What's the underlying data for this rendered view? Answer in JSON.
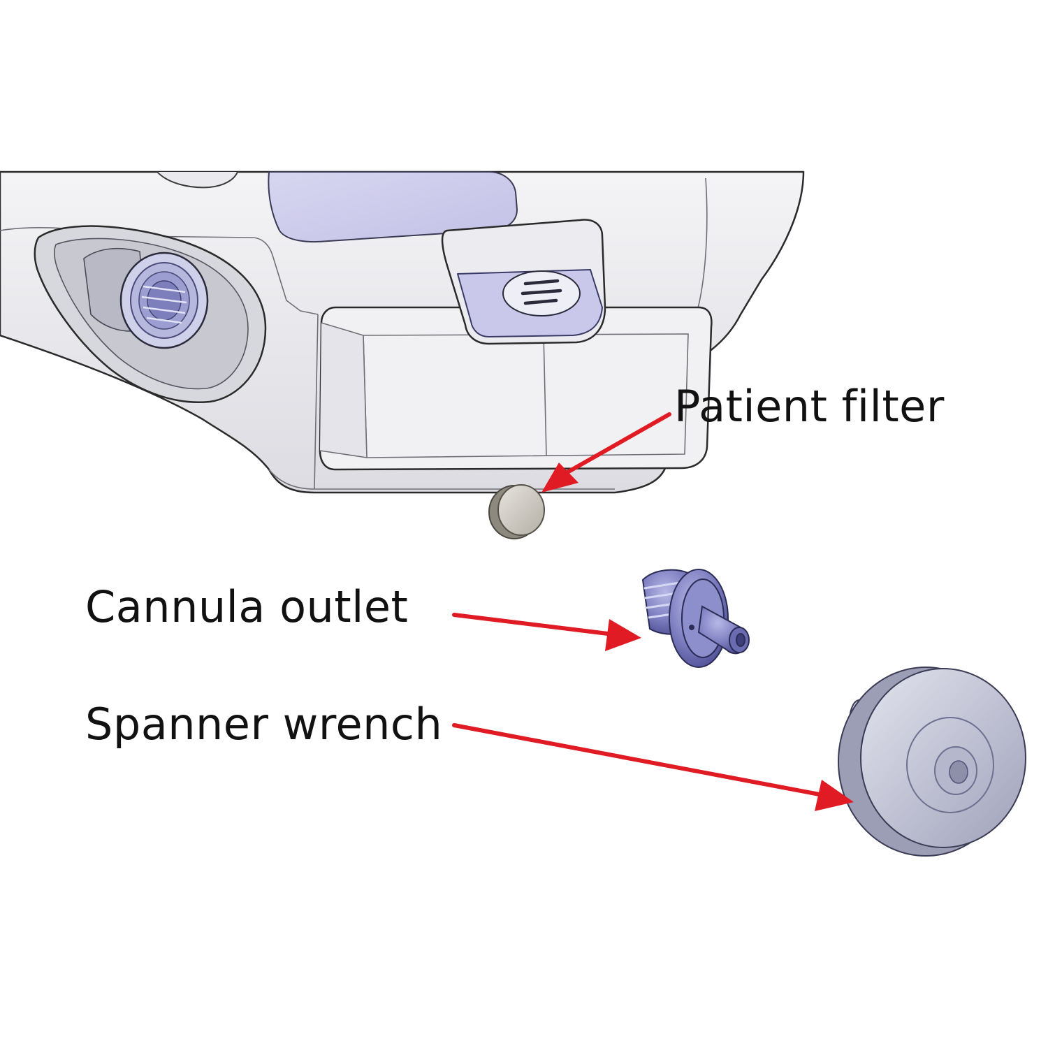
{
  "labels": {
    "patient_filter": "Patient filter",
    "cannula_outlet": "Cannula outlet",
    "spanner_wrench": "Spanner wrench"
  },
  "colors": {
    "arrow": "#e01b24",
    "device_body": "#eeeef0",
    "device_outline": "#2a2a2a",
    "part_blue": "#7d7ec0",
    "part_blue_dark": "#4f5096",
    "filter_grey": "#c9c6bf",
    "wrench_grey": "#c3c5d6"
  },
  "icons": {
    "device": "humidifier-base-illustration",
    "filter": "filter-disc-illustration",
    "cannula": "cannula-outlet-illustration",
    "wrench": "spanner-wrench-illustration"
  }
}
